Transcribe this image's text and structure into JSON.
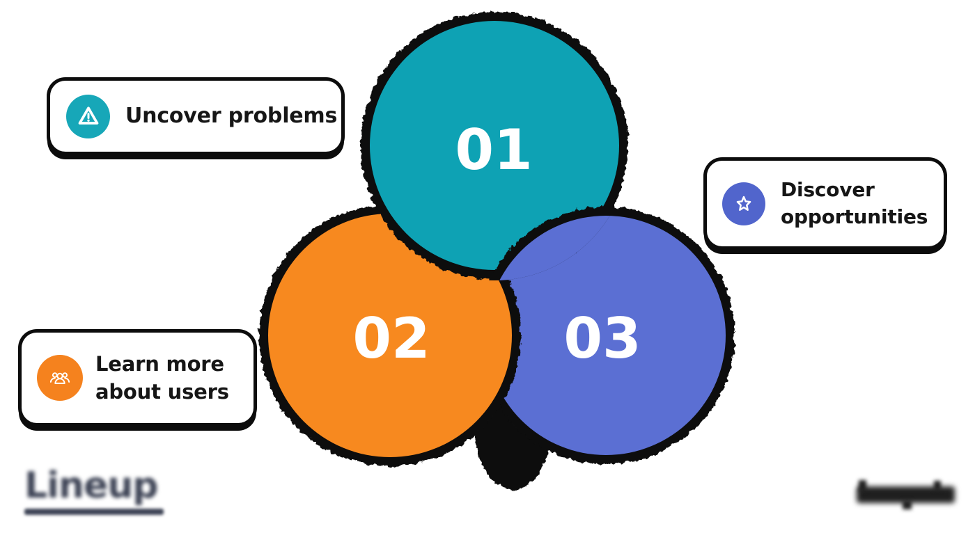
{
  "diagram": {
    "outline_color": "#0c0c0c",
    "number_color": "#ffffff",
    "steps": [
      {
        "number": "01",
        "label": "Uncover problems",
        "color": "#0ea2b4"
      },
      {
        "number": "02",
        "label": "Learn more about users",
        "color": "#f7891f"
      },
      {
        "number": "03",
        "label": "Discover opportunities",
        "color": "#5b6fd3"
      }
    ]
  },
  "cards": {
    "uncover_problems": {
      "text": "Uncover problems",
      "icon": "warning-triangle-icon",
      "icon_bg": "#17a7b8"
    },
    "discover_opportunities": {
      "line1": "Discover",
      "line2": "opportunities",
      "icon": "star-icon",
      "icon_bg": "#5165cc"
    },
    "learn_about_users": {
      "line1": "Learn more",
      "line2": "about users",
      "icon": "users-group-icon",
      "icon_bg": "#f5821e"
    }
  },
  "footer": {
    "logo_text": "Lineup",
    "logo_color": "#3e4456"
  }
}
